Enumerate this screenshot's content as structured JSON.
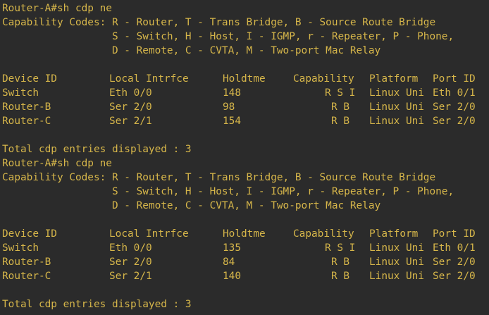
{
  "theme": {
    "background": "#2b2b2b",
    "text": "#d6b64a",
    "cursor": "#2be32b"
  },
  "blocks": [
    {
      "prompt": "Router-A#sh cdp ne",
      "codes": [
        "Capability Codes: R - Router, T - Trans Bridge, B - Source Route Bridge",
        "                  S - Switch, H - Host, I - IGMP, r - Repeater, P - Phone,",
        "                  D - Remote, C - CVTA, M - Two-port Mac Relay"
      ],
      "headers": {
        "device_id": "Device ID",
        "local_intrfce": "Local Intrfce",
        "holdtme": "Holdtme",
        "capability": "Capability",
        "platform": "Platform",
        "port_id": "Port ID"
      },
      "rows": [
        {
          "device_id": "Switch",
          "local_intrfce": "Eth 0/0",
          "holdtme": "148",
          "capability": "R S I",
          "platform": "Linux Uni",
          "port_id": "Eth 0/1"
        },
        {
          "device_id": "Router-B",
          "local_intrfce": "Ser 2/0",
          "holdtme": "98",
          "capability": "R B",
          "platform": "Linux Uni",
          "port_id": "Ser 2/0"
        },
        {
          "device_id": "Router-C",
          "local_intrfce": "Ser 2/1",
          "holdtme": "154",
          "capability": "R B",
          "platform": "Linux Uni",
          "port_id": "Ser 2/0"
        }
      ],
      "total": "Total cdp entries displayed : 3"
    },
    {
      "prompt": "Router-A#sh cdp ne",
      "codes": [
        "Capability Codes: R - Router, T - Trans Bridge, B - Source Route Bridge",
        "                  S - Switch, H - Host, I - IGMP, r - Repeater, P - Phone,",
        "                  D - Remote, C - CVTA, M - Two-port Mac Relay"
      ],
      "headers": {
        "device_id": "Device ID",
        "local_intrfce": "Local Intrfce",
        "holdtme": "Holdtme",
        "capability": "Capability",
        "platform": "Platform",
        "port_id": "Port ID"
      },
      "rows": [
        {
          "device_id": "Switch",
          "local_intrfce": "Eth 0/0",
          "holdtme": "135",
          "capability": "R S I",
          "platform": "Linux Uni",
          "port_id": "Eth 0/1"
        },
        {
          "device_id": "Router-B",
          "local_intrfce": "Ser 2/0",
          "holdtme": "84",
          "capability": "R B",
          "platform": "Linux Uni",
          "port_id": "Ser 2/0"
        },
        {
          "device_id": "Router-C",
          "local_intrfce": "Ser 2/1",
          "holdtme": "140",
          "capability": "R B",
          "platform": "Linux Uni",
          "port_id": "Ser 2/0"
        }
      ],
      "total": "Total cdp entries displayed : 3"
    }
  ]
}
